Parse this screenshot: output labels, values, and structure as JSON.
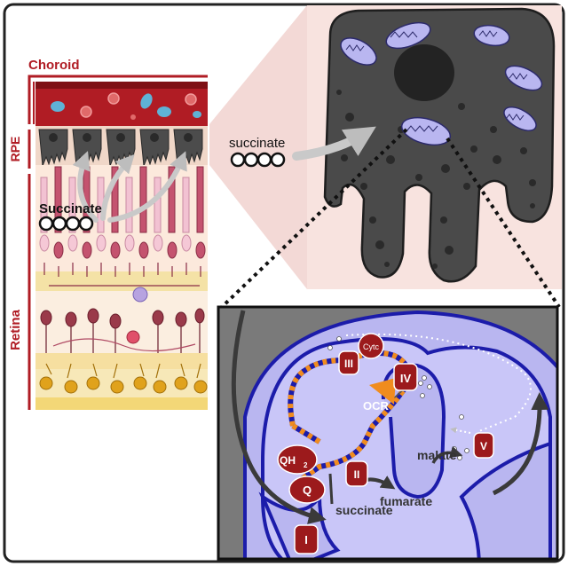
{
  "labels": {
    "choroid": "Choroid",
    "rpe": "RPE",
    "retina": "Retina",
    "succinate_retina": "Succinate",
    "succinate_cell": "succinate",
    "cytc": "Cytc",
    "complex_iii": "III",
    "complex_iv": "IV",
    "complex_v": "V",
    "complex_ii": "II",
    "complex_i": "I",
    "ocr": "OCR",
    "qh2": "QH",
    "qh2_subscript": "2",
    "q": "Q",
    "malate": "malate",
    "fumarate": "fumarate",
    "succinate_mito": "succinate"
  },
  "colors": {
    "border_red": "#b01c24",
    "complex_red": "#9c1a1c",
    "rpe_cell_grey": "#4a4a4a",
    "mito_purple": "#b9b6f0",
    "matrix_blue": "#1c1caa",
    "membrane_orange": "#f08c1e",
    "ocr_orange": "#f08c1e",
    "pink_bg": "#f6d6d2"
  }
}
